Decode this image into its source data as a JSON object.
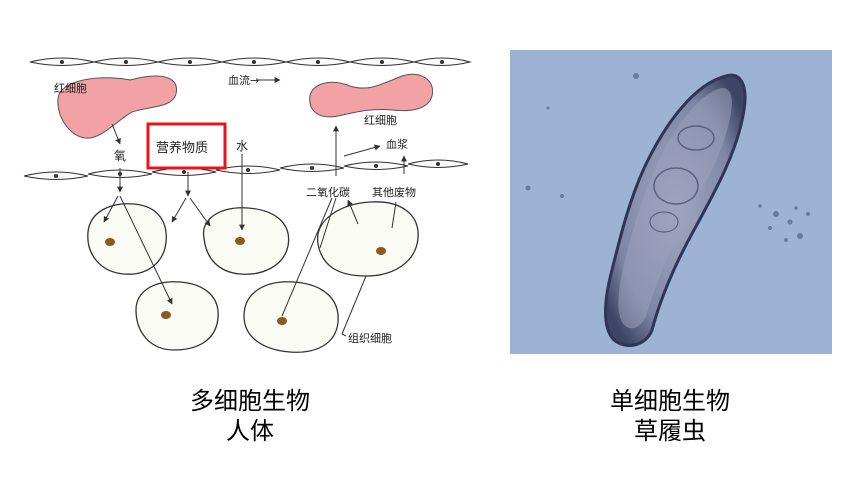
{
  "diagram": {
    "labels": {
      "red_cell_left": "红细胞",
      "blood_flow": "血流→",
      "red_cell_right": "红细胞",
      "oxygen": "氧",
      "nutrients": "营养物质",
      "water": "水",
      "plasma": "血浆",
      "co2": "二氧化碳",
      "other_waste": "其他废物",
      "tissue_cells": "组织细胞"
    },
    "colors": {
      "red_cell": "#f2a1a5",
      "highlight": "#e8141c",
      "photo_bg": "#9db3d3",
      "paramecium": "#6b7392"
    }
  },
  "captions": {
    "left_line1": "多细胞生物",
    "left_line2": "人体",
    "right_line1": "单细胞生物",
    "right_line2": "草履虫"
  }
}
